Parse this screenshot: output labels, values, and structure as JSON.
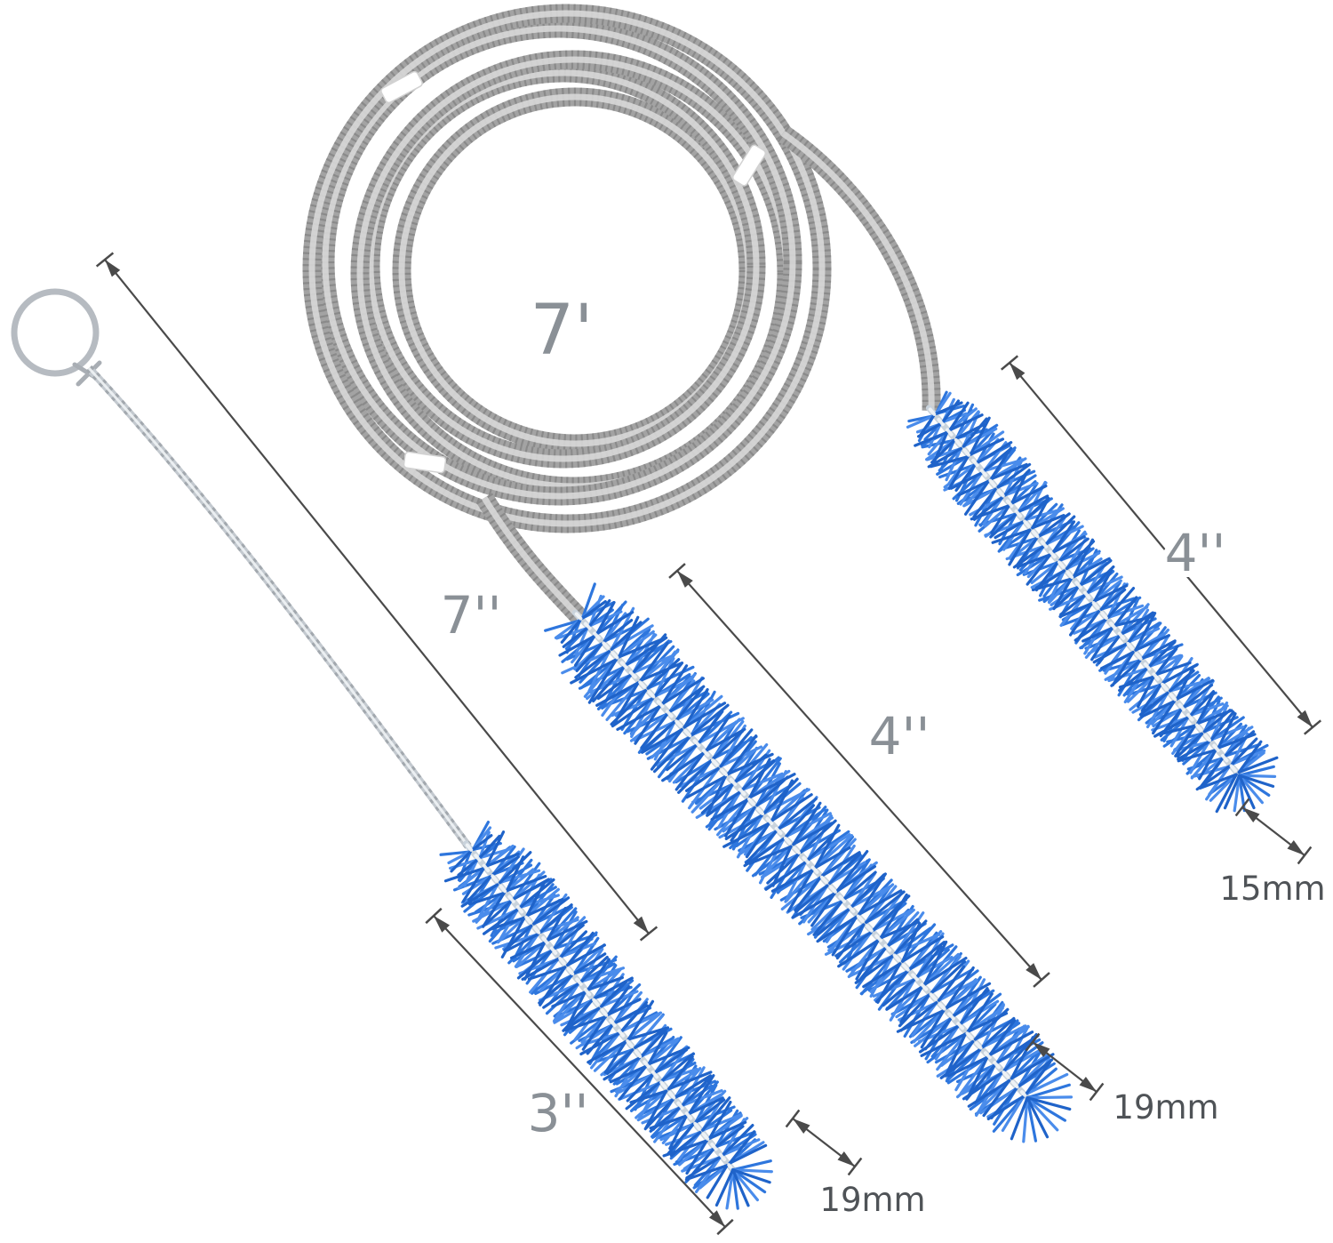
{
  "page": {
    "type": "product-photo",
    "background": "#ffffff",
    "description": "Flexible 7-foot double-ended tube cleaning brush coiled in a spiral with two blue nylon brush heads (4 inch, 15mm and 19mm), plus a 7-inch hand brush with wire loop handle and a 3-inch blue brush head (19mm), annotated with dimension arrows"
  },
  "labels": {
    "coil_length": "7'",
    "right_brush_length": "4''",
    "right_brush_diameter": "15mm",
    "middle_brush_length": "4''",
    "middle_brush_diameter": "19mm",
    "hand_brush_total_length": "7''",
    "hand_brush_head_length": "3''",
    "hand_brush_diameter": "19mm"
  },
  "colors": {
    "bristle-blue": "#2e76dd",
    "cable-gray": "#a3a3a3",
    "dimension-line": "#4a4a4a",
    "label-gray": "#8a9096",
    "mm-label-gray": "#4f5357"
  }
}
